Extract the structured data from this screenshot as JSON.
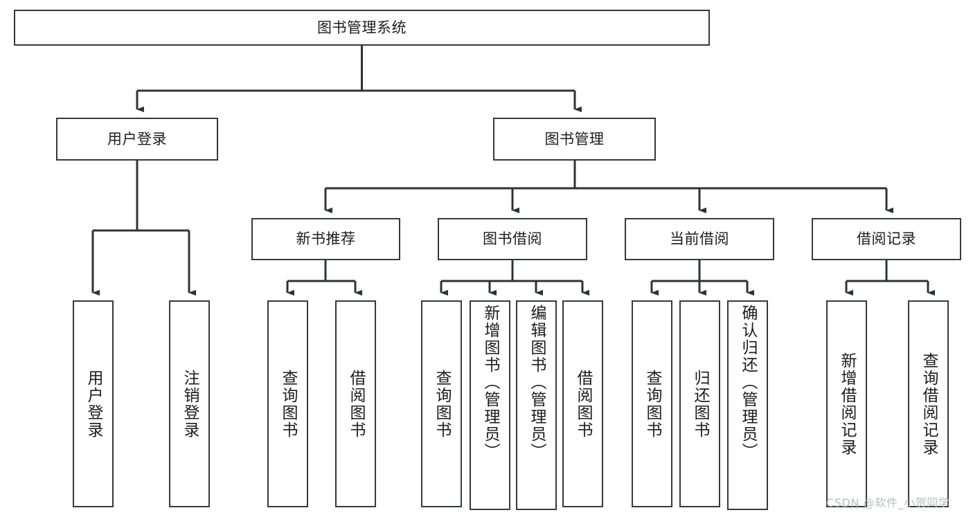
{
  "diagram": {
    "title": "图书管理系统",
    "type": "hierarchy-tree",
    "watermark": "CSDN @软件_小贺同学",
    "colors": {
      "box_border": "#35383c",
      "box_fill": "#ffffff",
      "connector": "#2f3236",
      "text": "#1c1c1c",
      "watermark": "#b9bcc0"
    },
    "nodes": {
      "root": {
        "label": "图书管理系统"
      },
      "level2": [
        {
          "id": "user-login",
          "label": "用户登录"
        },
        {
          "id": "book-manage",
          "label": "图书管理"
        }
      ],
      "level3": [
        {
          "id": "new-book-recommend",
          "label": "新书推荐"
        },
        {
          "id": "book-borrow",
          "label": "图书借阅"
        },
        {
          "id": "current-borrow",
          "label": "当前借阅"
        },
        {
          "id": "borrow-record",
          "label": "借阅记录"
        }
      ],
      "leaves": {
        "user_login": [
          {
            "id": "leaf-user-login",
            "label": "用户登录"
          },
          {
            "id": "leaf-logout-login",
            "label": "注销登录"
          }
        ],
        "new_book_recommend": [
          {
            "id": "leaf-query-book-1",
            "label": "查询图书"
          },
          {
            "id": "leaf-borrow-book-1",
            "label": "借阅图书"
          }
        ],
        "book_borrow": [
          {
            "id": "leaf-query-book-2",
            "label": "查询图书"
          },
          {
            "id": "leaf-add-book-admin",
            "label": "新增图书（管理员）"
          },
          {
            "id": "leaf-edit-book-admin",
            "label": "编辑图书（管理员）"
          },
          {
            "id": "leaf-borrow-book-2",
            "label": "借阅图书"
          }
        ],
        "current_borrow": [
          {
            "id": "leaf-query-book-3",
            "label": "查询图书"
          },
          {
            "id": "leaf-return-book",
            "label": "归还图书"
          },
          {
            "id": "leaf-confirm-return-admin",
            "label": "确认归还（管理员）"
          }
        ],
        "borrow_record": [
          {
            "id": "leaf-add-borrow-record",
            "label": "新增借阅记录"
          },
          {
            "id": "leaf-query-borrow-record",
            "label": "查询借阅记录"
          }
        ]
      }
    }
  }
}
